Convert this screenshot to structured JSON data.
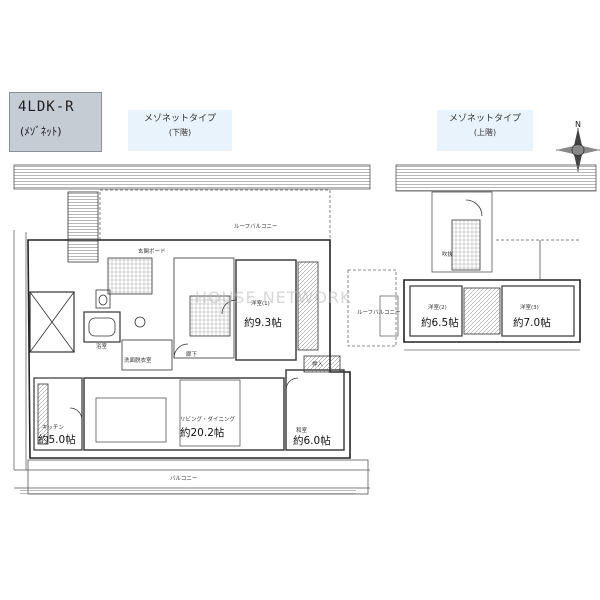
{
  "plan_type": {
    "line1": "4LDK-R",
    "line2": "(ﾒｿﾞﾈｯﾄ)"
  },
  "headers": {
    "lower": {
      "title": "メゾネットタイプ",
      "sub": "(下階)"
    },
    "upper": {
      "title": "メゾネットタイプ",
      "sub": "(上階)"
    }
  },
  "compass": {
    "label": "N"
  },
  "watermark": "HOUSE NETWORK",
  "lower_floor": {
    "roof_balcony": "ルーフバルコニー",
    "balcony": "バルコニー",
    "rooms": {
      "western1": {
        "name": "洋室(1)",
        "size": "約9.3帖"
      },
      "ldk": {
        "name": "リビング・ダイニング",
        "size": "約20.2帖"
      },
      "kitchen": {
        "name": "キッチン",
        "size": "約5.0帖"
      },
      "japanese": {
        "name": "和室",
        "size": "約6.0帖"
      },
      "storage": {
        "name": "押入"
      },
      "bath": {
        "name": "浴室"
      },
      "washroom": {
        "name": "洗面脱衣室"
      },
      "hall": {
        "name": "廊下"
      },
      "shoe": {
        "name": "玄関ボード"
      }
    }
  },
  "upper_floor": {
    "roof_balcony": "ルーフバルコニー",
    "rooms": {
      "western2": {
        "name": "洋室(2)",
        "size": "約6.5帖"
      },
      "western3": {
        "name": "洋室(3)",
        "size": "約7.0帖"
      },
      "stairwell": {
        "name": "吹抜"
      }
    }
  }
}
